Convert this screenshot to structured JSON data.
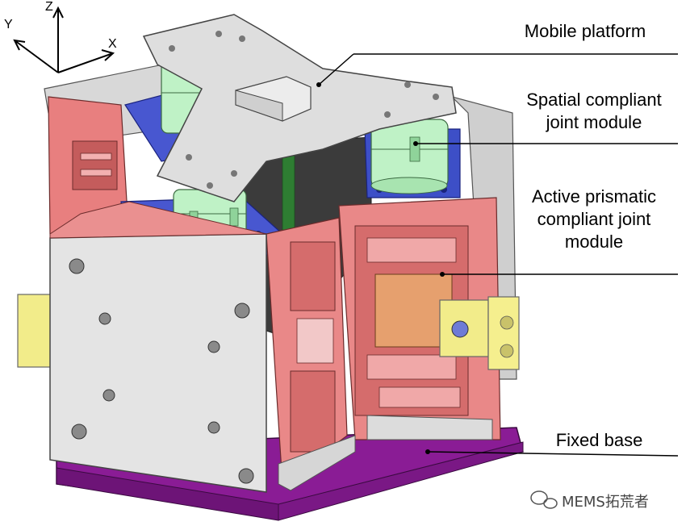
{
  "axes": {
    "z": "Z",
    "y": "Y",
    "x": "X"
  },
  "labels": {
    "mobile_platform": "Mobile platform",
    "spatial_joint": "Spatial compliant\njoint module",
    "active_prismatic": "Active prismatic\ncompliant  joint\nmodule",
    "fixed_base": "Fixed base"
  },
  "watermark": "MEMS拓荒者"
}
